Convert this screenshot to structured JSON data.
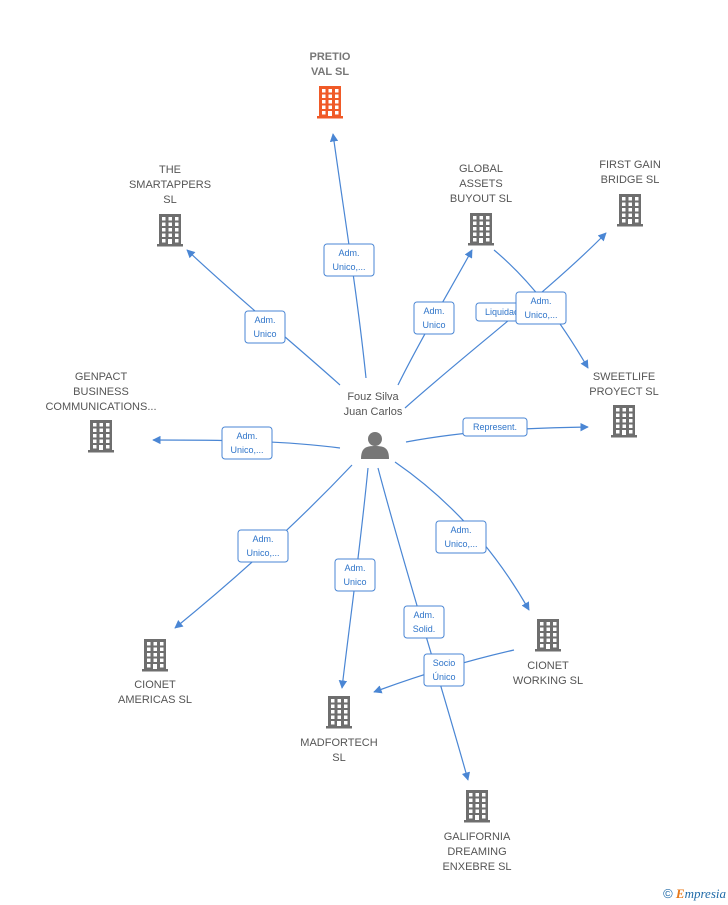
{
  "center": {
    "name_line1": "Fouz Silva",
    "name_line2": "Juan Carlos"
  },
  "nodes": [
    {
      "id": "pretio",
      "lines": [
        "PRETIO",
        "VAL  SL"
      ],
      "highlight": true
    },
    {
      "id": "smartappers",
      "lines": [
        "THE",
        "SMARTAPPERS",
        "SL"
      ],
      "highlight": false
    },
    {
      "id": "global",
      "lines": [
        "GLOBAL",
        "ASSETS",
        "BUYOUT  SL"
      ],
      "highlight": false
    },
    {
      "id": "firstgain",
      "lines": [
        "FIRST GAIN",
        "BRIDGE  SL"
      ],
      "highlight": false
    },
    {
      "id": "genpact",
      "lines": [
        "GENPACT",
        "BUSINESS",
        "COMMUNICATIONS..."
      ],
      "highlight": false
    },
    {
      "id": "sweetlife",
      "lines": [
        "SWEETLIFE",
        "PROYECT  SL"
      ],
      "highlight": false
    },
    {
      "id": "americas",
      "lines": [
        "CIONET",
        "AMERICAS  SL"
      ],
      "highlight": false
    },
    {
      "id": "madfortech",
      "lines": [
        "MADFORTECH",
        "SL"
      ],
      "highlight": false
    },
    {
      "id": "cionetworking",
      "lines": [
        "CIONET",
        "WORKING SL"
      ],
      "highlight": false
    },
    {
      "id": "california",
      "lines": [
        "GALIFORNIA",
        "DREAMING",
        "ENXEBRE  SL"
      ],
      "highlight": false
    }
  ],
  "edges": [
    {
      "target": "pretio",
      "label": [
        "Adm.",
        "Unico,..."
      ]
    },
    {
      "target": "smartappers",
      "label": [
        "Adm.",
        "Unico"
      ]
    },
    {
      "target": "global",
      "label": [
        "Adm.",
        "Unico"
      ]
    },
    {
      "target": "firstgain",
      "label": [
        "Liquidador"
      ]
    },
    {
      "target": "sweetlife_via_global",
      "label": [
        "Adm.",
        "Unico,..."
      ]
    },
    {
      "target": "genpact",
      "label": [
        "Adm.",
        "Unico,..."
      ]
    },
    {
      "target": "sweetlife",
      "label": [
        "Represent."
      ]
    },
    {
      "target": "americas",
      "label": [
        "Adm.",
        "Unico,..."
      ]
    },
    {
      "target": "madfortech",
      "label": [
        "Adm.",
        "Unico"
      ]
    },
    {
      "target": "california",
      "label": [
        "Adm.",
        "Solid."
      ]
    },
    {
      "target": "cionetworking",
      "label": [
        "Adm.",
        "Unico,..."
      ]
    },
    {
      "target": "madfortech_via_cionet",
      "label": [
        "Socio",
        "Único"
      ]
    }
  ],
  "footer": {
    "copyright": "©",
    "brand_e": "E",
    "brand_rest": "mpresia"
  },
  "colors": {
    "edge": "#4a86d4",
    "building": "#6e6e6e",
    "highlight": "#f05a28",
    "person": "#777777"
  },
  "icons": {
    "company": "building-icon",
    "person": "person-icon"
  }
}
